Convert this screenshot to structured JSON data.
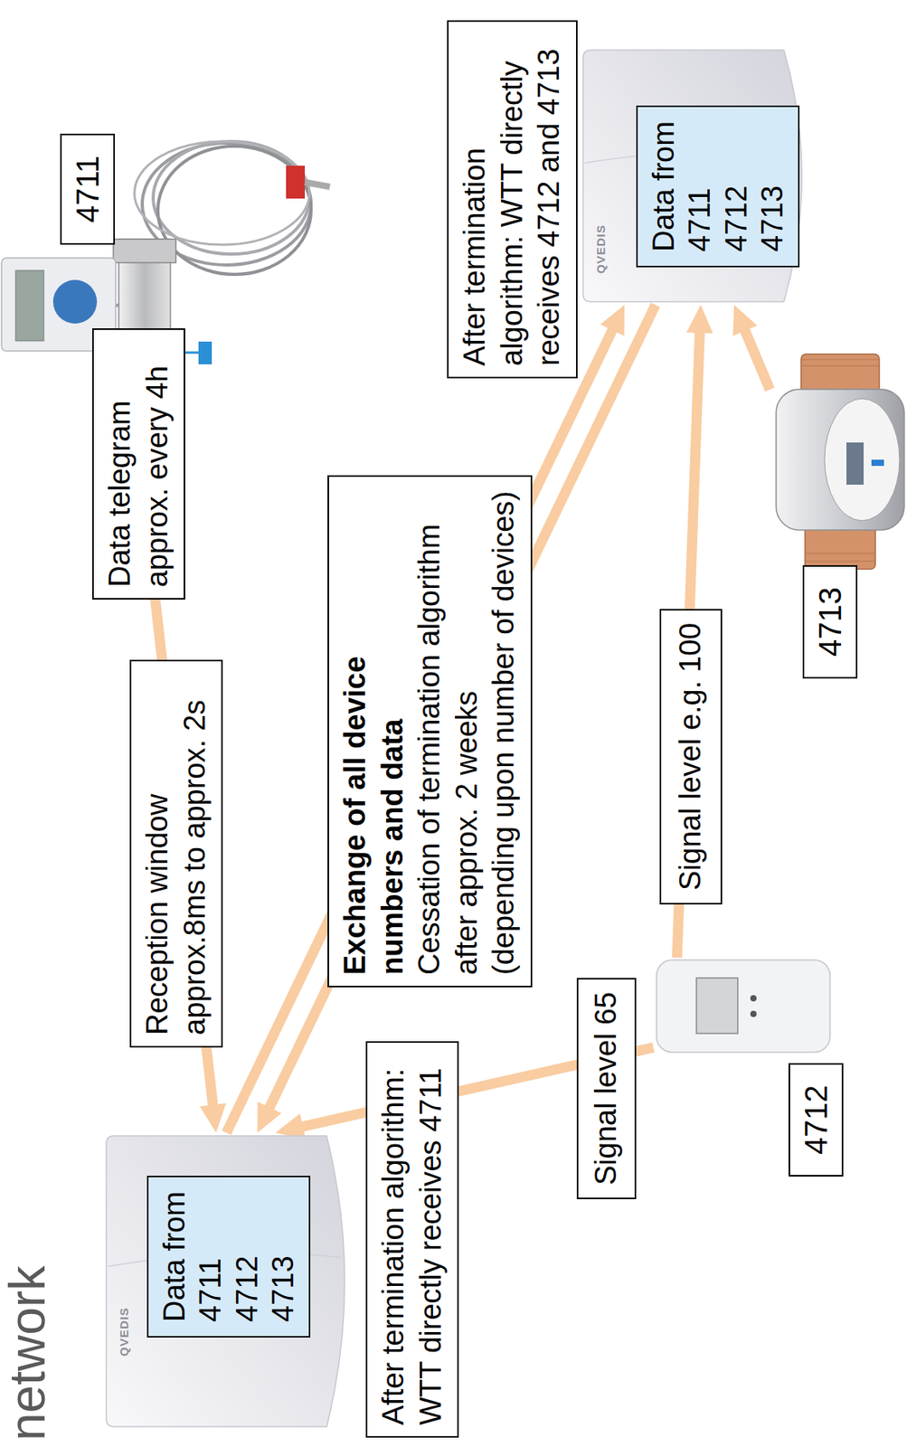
{
  "diagram": {
    "title": "network",
    "nodes": [
      {
        "text": [
          "QVEDIS"
        ]
      },
      {
        "text": [
          "Data from",
          "4711 4712 4713"
        ],
        "in": 0
      },
      {
        "text": [
          "After termination algorithm: WTT directly receives 4711"
        ]
      },
      {
        "text": [
          "Reception window approx.8ms to approx. 2s"
        ]
      },
      {
        "text": [
          "Exchange of all device numbers and data",
          "Cessation of termination algorithm after approx. 2 weeks",
          "(depending upon number of devices)"
        ]
      },
      {
        "text": [
          "Data telegram approx. every 4h"
        ]
      },
      {
        "text": [
          "4711"
        ]
      },
      {
        "text": [
          "After termination algorithm: WTT directly receives 4712 and 4713"
        ]
      },
      {
        "text": [
          "QVEDIS"
        ]
      },
      {
        "text": [
          "Data from",
          "4711 4712 4713"
        ],
        "in": 8
      },
      {
        "text": [
          "Signal level e.g. 100"
        ]
      },
      {
        "text": [
          "4713"
        ]
      },
      {
        "text": [
          "Signal level 65"
        ]
      },
      {
        "text": [
          "4712"
        ]
      }
    ],
    "edges": [
      {
        "from": 6,
        "to": 0,
        "arrow": "to"
      },
      {
        "from": 0,
        "to": 8,
        "arrow": "to"
      },
      {
        "from": 8,
        "to": 0,
        "arrow": "to"
      },
      {
        "from": 13,
        "to": 0,
        "arrow": "to"
      },
      {
        "from": 13,
        "to": 8,
        "arrow": "to"
      },
      {
        "from": 11,
        "to": 8,
        "arrow": "to"
      }
    ]
  }
}
